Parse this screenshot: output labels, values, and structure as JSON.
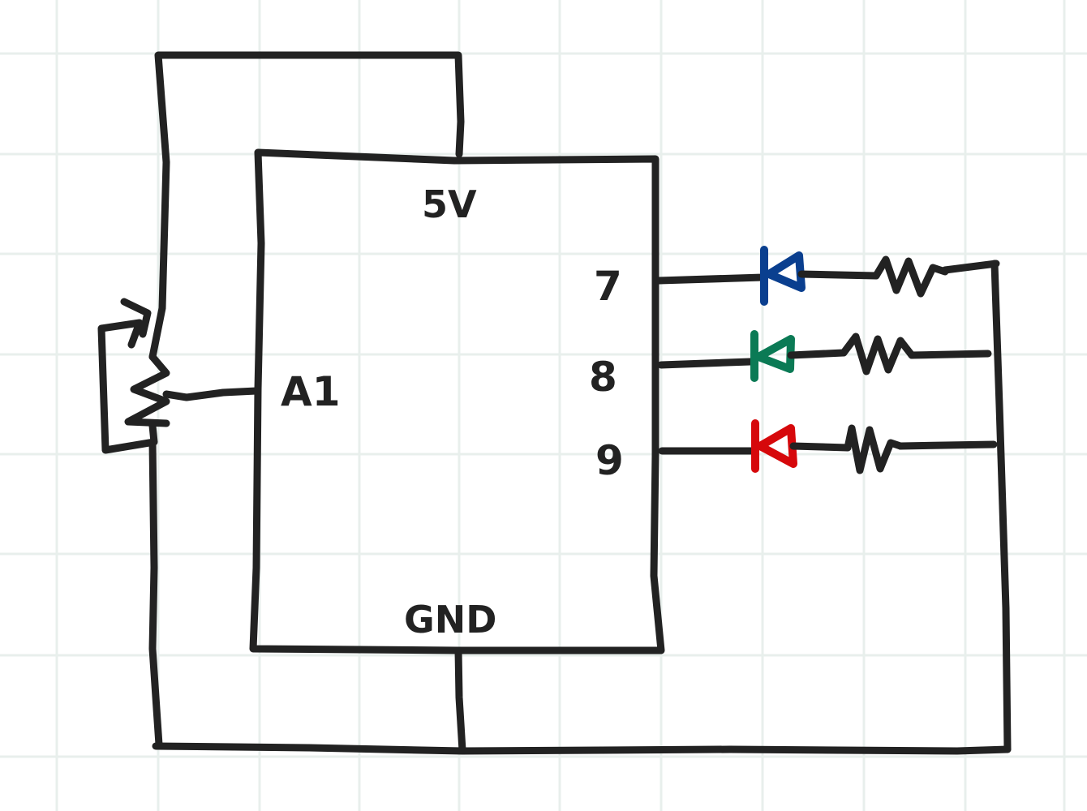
{
  "diagram": {
    "colors": {
      "grid": "#e8efec",
      "ink": "#222222",
      "led_blue": "#0a3f8f",
      "led_green": "#0b7a55",
      "led_red": "#d6080b"
    },
    "labels": {
      "power": "5V",
      "ground": "GND",
      "analog_in": "A1",
      "pin_blue": "7",
      "pin_green": "8",
      "pin_red": "9"
    },
    "components": {
      "potentiometer_icon": "potentiometer-icon",
      "led_icon": "led-icon",
      "resistor_icon": "resistor-icon"
    }
  }
}
